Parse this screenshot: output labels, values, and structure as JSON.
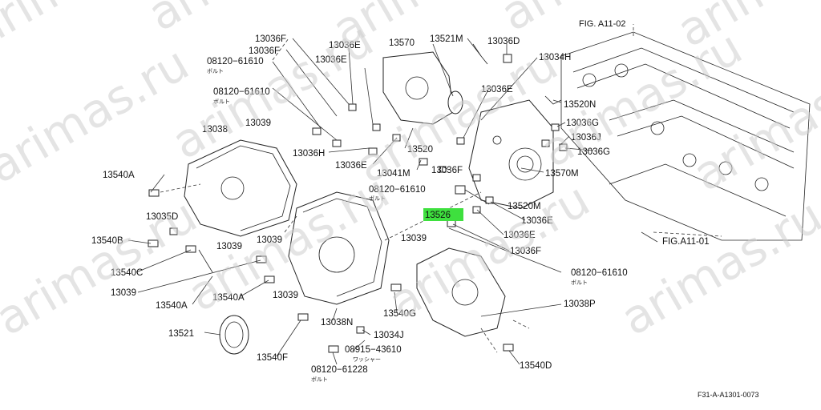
{
  "diagram": {
    "watermark": "arimas.ru",
    "footer_code": "F31-A-A1301-0073",
    "highlight_color": "#3ee03e",
    "figure_refs": [
      "FIG. A11-02",
      "FIG.A11-01"
    ],
    "labels": {
      "l13036F_a": "13036F",
      "l13036F_b": "13036F",
      "l13036E_a": "13036E",
      "l13570": "13570",
      "l13521M": "13521M",
      "l13036D": "13036D",
      "l13034H": "13034H",
      "l08120_a": "08120−61610",
      "l08120_a_sub": "ボルト",
      "l13036E_b": "13036E",
      "l08120_b": "08120−61610",
      "l08120_b_sub": "ボルト",
      "l13036E_c": "13036E",
      "l13520N": "13520N",
      "l13038": "13038",
      "l13039_a": "13039",
      "l13036G_a": "13036G",
      "l13036J": "13036J",
      "l13036G_b": "13036G",
      "l13036H": "13036H",
      "l13520": "13520",
      "l13036E_d": "13036E",
      "l13041M": "13041M",
      "l13036F_c": "13036F",
      "l13570M": "13570M",
      "l13540A_a": "13540A",
      "l08120_c": "08120−61610",
      "l08120_c_sub": "ボルト",
      "l13035D": "13035D",
      "l13526": "13526",
      "l13520M": "13520M",
      "l13036E_e": "13036E",
      "l13036E_f": "13036E",
      "l13540B": "13540B",
      "l13039_b": "13039",
      "l13039_c": "13039",
      "l13039_d": "13039",
      "l13036F_d": "13036F",
      "l13540C": "13540C",
      "l08120_d": "08120−61610",
      "l08120_d_sub": "ボルト",
      "l13039_e": "13039",
      "l13540A_b": "13540A",
      "l13540A_c": "13540A",
      "l13039_f": "13039",
      "l13540G": "13540G",
      "l13038P": "13038P",
      "l13521": "13521",
      "l13038N": "13038N",
      "l13034J": "13034J",
      "l08915": "08915−43610",
      "l08915_sub": "ワッシャー",
      "l13540F": "13540F",
      "l08120_e": "08120−61228",
      "l08120_e_sub": "ボルト",
      "l13540D": "13540D"
    }
  }
}
